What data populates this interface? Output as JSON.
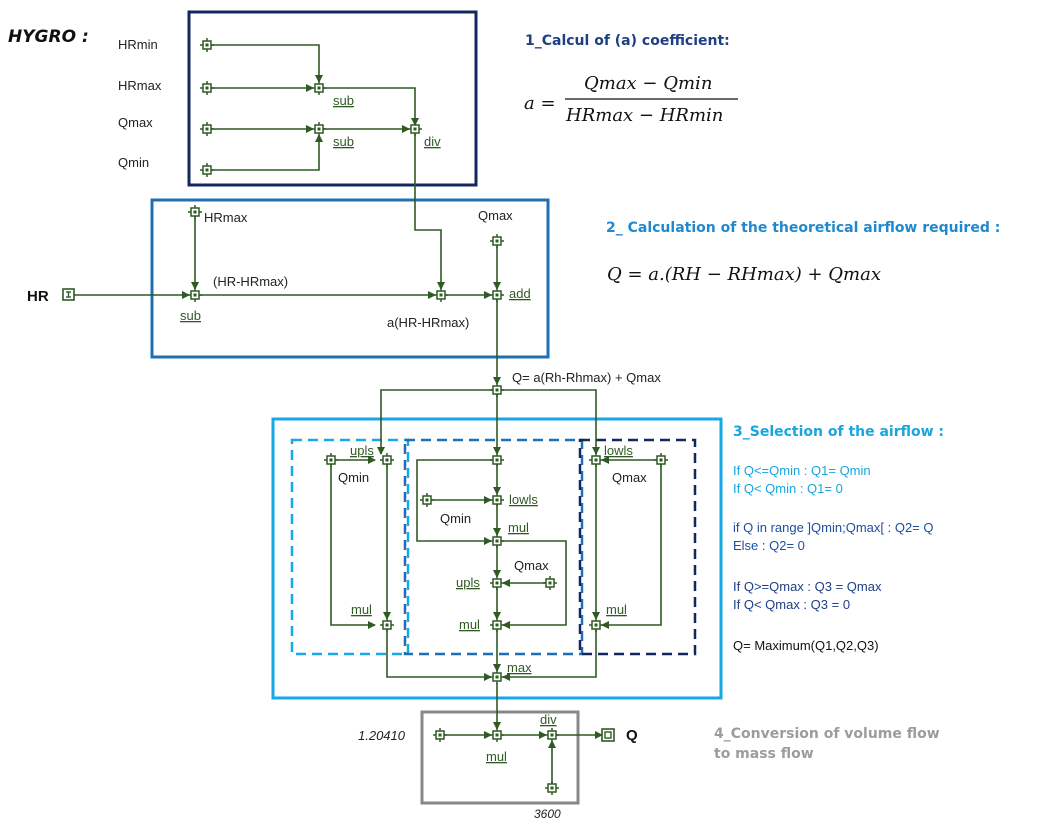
{
  "title": "HYGRO :",
  "colors": {
    "wire": "#2f5a23",
    "box1": "#13275e",
    "box2": "#1f6fb3",
    "box3": "#16a9e6",
    "box4": "#888888",
    "rule_cyan": "#1aa5df",
    "rule_blue": "#1e4fa0",
    "rule_dark": "#1e3f84"
  },
  "inputs": {
    "hrmin": "HRmin",
    "hrmax": "HRmax",
    "qmax": "Qmax",
    "qmin": "Qmin",
    "hr": "HR",
    "q_out": "Q"
  },
  "labels": {
    "sub1": "sub",
    "sub2": "sub",
    "div1": "div",
    "hrmax2": "HRmax",
    "qmax2": "Qmax",
    "hr_minus_hrmax": "(HR-HRmax)",
    "sub3": "sub",
    "a_hr": "a(HR-HRmax)",
    "add": "add",
    "q_expr": "Q= a(Rh-Rhmax) + Qmax",
    "upls1": "upls",
    "qmin_left": "Qmin",
    "mul_left": "mul",
    "lowls1": "lowls",
    "qmin_mid": "Qmin",
    "mul_mid": "mul",
    "qmax_mid": "Qmax",
    "upls2": "upls",
    "mul_mid2": "mul",
    "lowls2": "lowls",
    "qmax_right": "Qmax",
    "mul_right": "mul",
    "max": "max",
    "const_density": "1.20410",
    "mul_conv": "mul",
    "div_conv": "div",
    "const_3600": "3600"
  },
  "sections": {
    "s1": "1_Calcul of (a) coefficient:",
    "s2": "2_ Calculation of the theoretical airflow required :",
    "s3": "3_Selection of the airflow :",
    "s4_line1": "4_Conversion of volume flow",
    "s4_line2": "to mass flow"
  },
  "equations": {
    "a_lhs": "a =",
    "a_num": "Qmax − Qmin",
    "a_den": "HRmax − HRmin",
    "q": "Q = a.(RH − RHmax) + Qmax"
  },
  "rules": {
    "r1": "If Q<=Qmin  : Q1= Qmin",
    "r2": "If Q< Qmin  :  Q1= 0",
    "r3": "if Q in range ]Qmin;Qmax[   : Q2= Q",
    "r4": "Else : Q2= 0",
    "r5": "If Q>=Qmax  : Q3 = Qmax",
    "r6": "If Q< Qmax : Q3 = 0",
    "r7": "Q= Maximum(Q1,Q2,Q3)"
  }
}
